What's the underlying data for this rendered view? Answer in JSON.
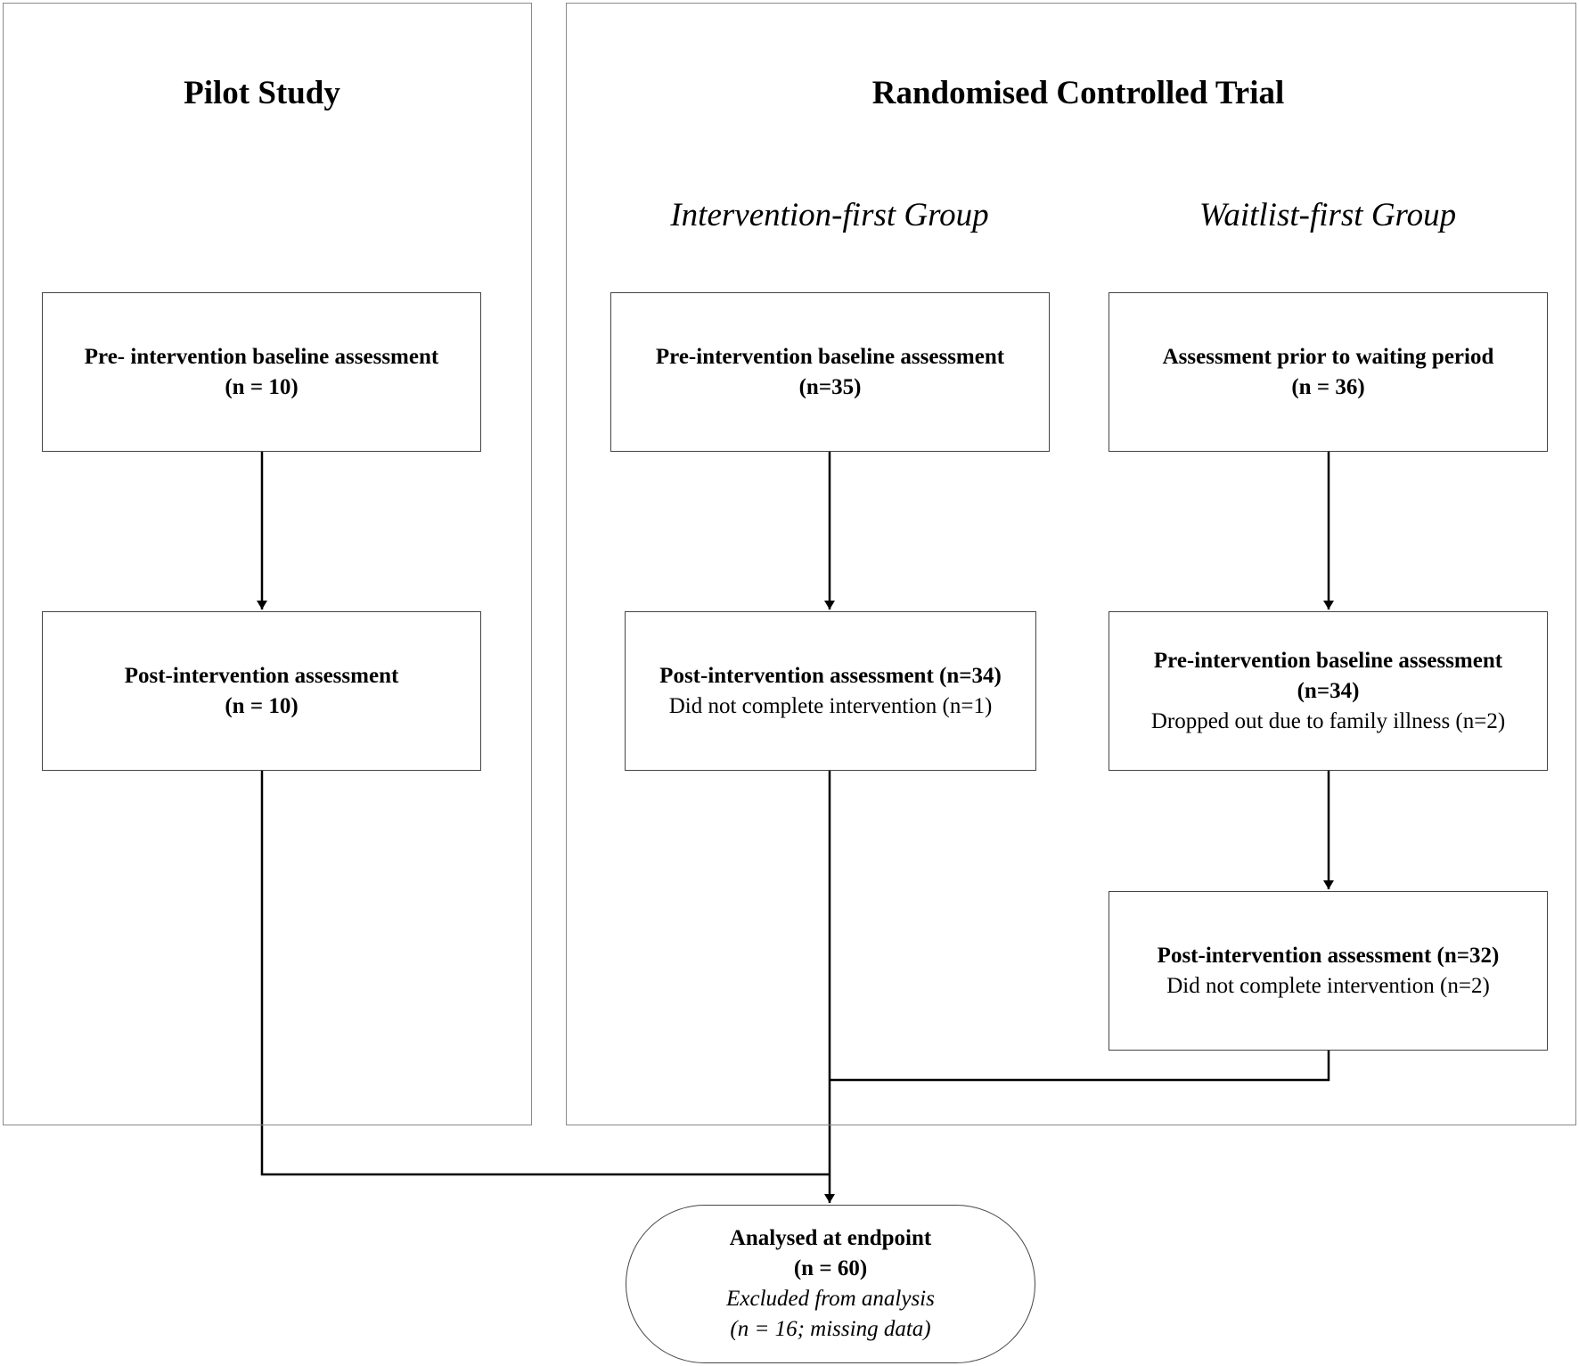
{
  "pilot": {
    "title": "Pilot Study",
    "pre_title": "Pre- intervention baseline assessment",
    "pre_n": "(n = 10)",
    "post_title": "Post-intervention assessment",
    "post_n": "(n = 10)"
  },
  "rct": {
    "title": "Randomised Controlled Trial",
    "intervention_first": {
      "label": "Intervention-first Group",
      "pre_title": "Pre-intervention baseline assessment",
      "pre_n": "(n=35)",
      "post_title": "Post-intervention assessment (n=34)",
      "post_note": "Did not complete intervention (n=1)"
    },
    "waitlist_first": {
      "label": "Waitlist-first Group",
      "wait_title": "Assessment prior to waiting period",
      "wait_n": "(n = 36)",
      "pre_title": "Pre-intervention baseline assessment",
      "pre_n": "(n=34)",
      "pre_note": "Dropped out due to family illness (n=2)",
      "post_title": "Post-intervention assessment (n=32)",
      "post_note": "Did not complete intervention (n=2)"
    }
  },
  "endpoint": {
    "title": "Analysed at endpoint",
    "n": "(n = 60)",
    "excluded": "Excluded from analysis",
    "excluded_detail": "(n = 16; missing data)"
  }
}
